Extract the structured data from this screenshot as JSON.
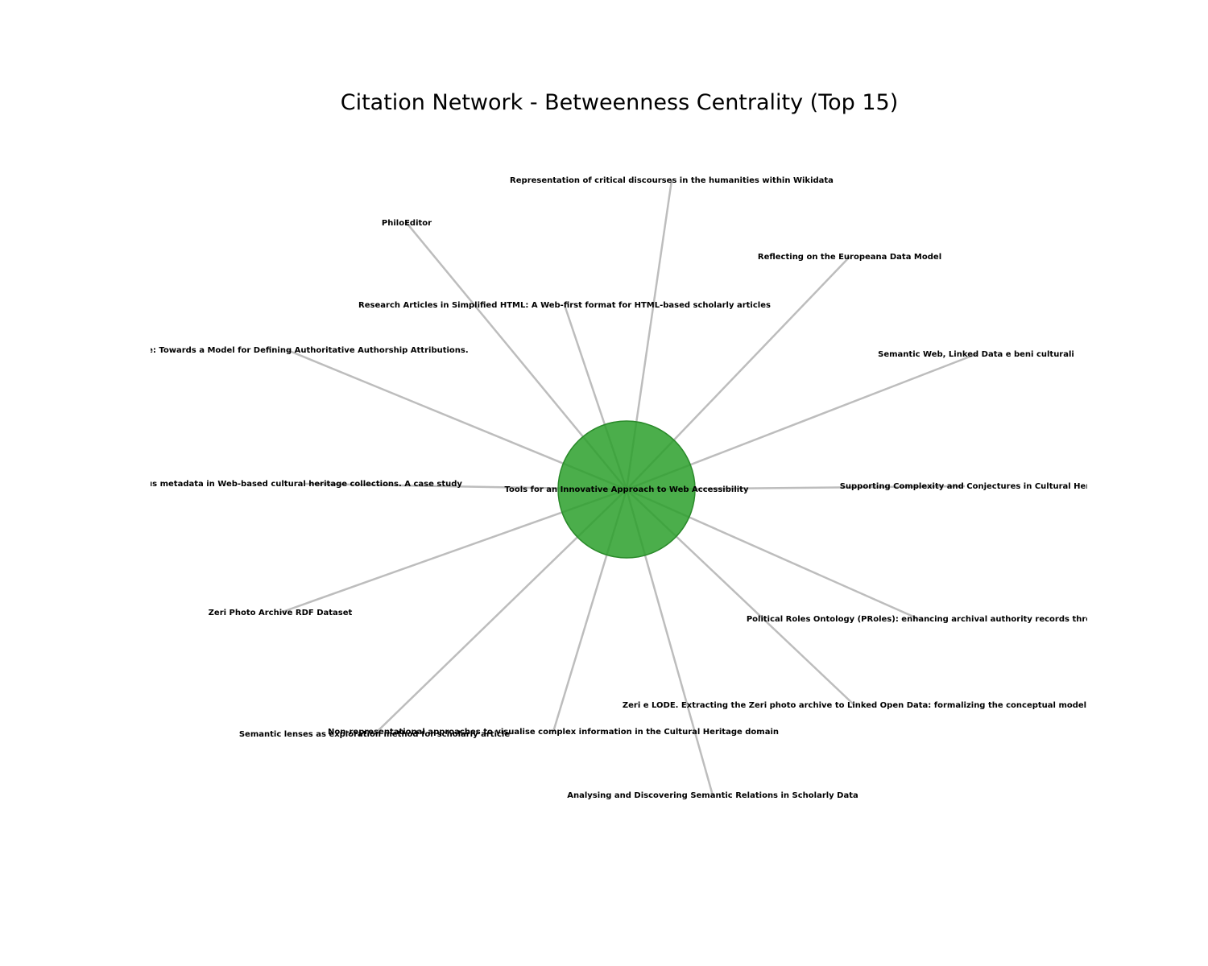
{
  "title": "Citation Network - Betweenness Centrality (Top 15)",
  "colors": {
    "hub_fill": "#2ca02c",
    "hub_stroke": "#2a8a2a",
    "edge": "#bdbdbd",
    "text": "#000000",
    "background": "#ffffff"
  },
  "hub": {
    "label": "Tools for an Innovative Approach to Web Accessibility"
  },
  "nodes": [
    {
      "label": "Representation of critical discourses in the humanities within Wikidata"
    },
    {
      "label": "PhiloEditor"
    },
    {
      "label": "Reflecting on the Europeana Data Model"
    },
    {
      "label": "Research Articles in Simplified HTML: A Web-first format for HTML-based scholarly articles"
    },
    {
      "label": "Semantic Web, Linked Data e beni culturali"
    },
    {
      "label": "to Archive: Towards a Model for Defining Authoritative Authorship Attributions."
    },
    {
      "label": "us metadata in Web-based cultural heritage collections. A case study"
    },
    {
      "label": "Supporting Complexity and Conjectures in Cultural Her"
    },
    {
      "label": "Zeri Photo Archive RDF Dataset"
    },
    {
      "label": "Political Roles Ontology (PRoles): enhancing archival authority records thro"
    },
    {
      "label": "Zeri e LODE. Extracting the Zeri photo archive to Linked Open Data: formalizing the conceptual model"
    },
    {
      "label": "Semantic lenses as exploration method for scholarly article"
    },
    {
      "label": "Non-representational approaches to visualise complex information in the Cultural Heritage domain"
    },
    {
      "label": "Analysing and Discovering Semantic Relations in Scholarly Data"
    }
  ]
}
